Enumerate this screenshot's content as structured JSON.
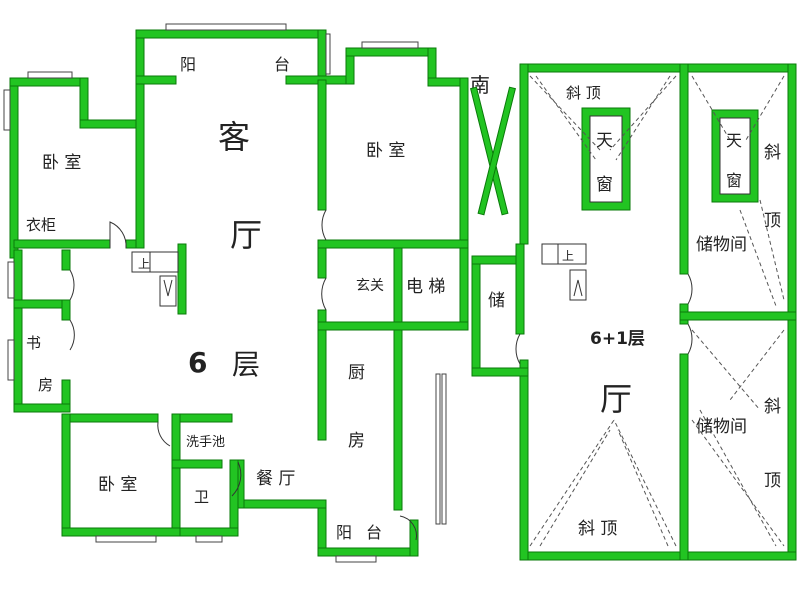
{
  "colors": {
    "wall": "#22c422",
    "wall_edge": "#0a7a0a",
    "background": "#ffffff"
  },
  "floor6": {
    "living_room": [
      "客",
      "厅"
    ],
    "balcony_top": [
      "阳",
      "台"
    ],
    "bedroom_ne": "卧 室",
    "bedroom_nw": "卧 室",
    "wardrobe": "衣柜",
    "study": [
      "书",
      "房"
    ],
    "floor_number": "6",
    "floor_unit": "层",
    "entrance": "玄关",
    "elevator": "电 梯",
    "kitchen": [
      "厨",
      "房"
    ],
    "wash_basin": "洗手池",
    "toilet": "卫",
    "bedroom_s": "卧 室",
    "dining": "餐 厅",
    "balcony_bottom": [
      "阳",
      "台"
    ],
    "stair_up": "上"
  },
  "compass": "南",
  "floor7": {
    "slope_top": "斜 顶",
    "skylight_1": [
      "天",
      "窗"
    ],
    "skylight_2": [
      "天",
      "窗"
    ],
    "slope_right_top": [
      "斜",
      "顶"
    ],
    "storage_1": "储物间",
    "storage_small": "储",
    "floor_label": "6+1层",
    "hall": "厅",
    "storage_2": "储物间",
    "slope_right_bottom": [
      "斜",
      "顶"
    ],
    "slope_bottom": "斜 顶",
    "stair_up": "上"
  }
}
